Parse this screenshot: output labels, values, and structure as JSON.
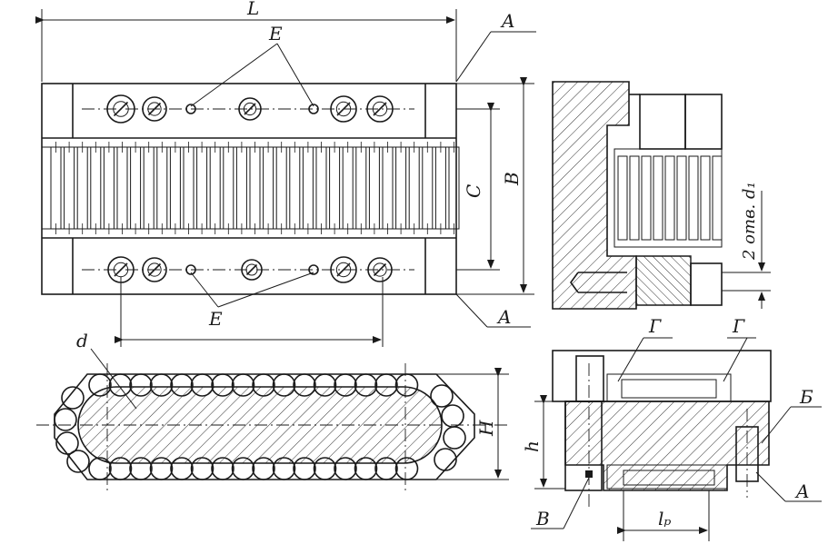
{
  "labels": {
    "L": "L",
    "A": "A",
    "E": "E",
    "B": "B",
    "C": "C",
    "d": "d",
    "H": "H",
    "d1_note": "2 отв. d₁",
    "G": "Г",
    "B_cyr": "Б",
    "h": "h",
    "V": "В",
    "lp": "lₚ"
  }
}
